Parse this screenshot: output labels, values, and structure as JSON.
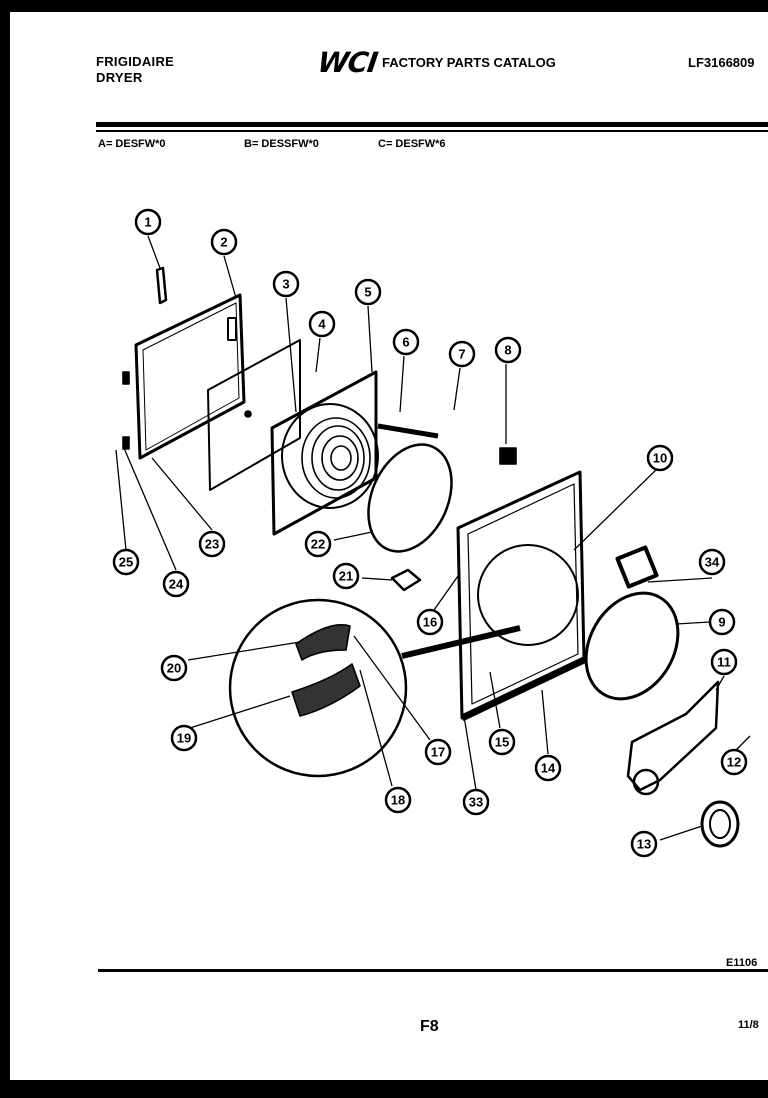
{
  "header": {
    "brand": "FRIGIDAIRE",
    "product": "DRYER",
    "logo_text": "WCI",
    "catalog_title": "FACTORY PARTS CATALOG",
    "catalog_number": "LF3166809"
  },
  "models": [
    {
      "label": "A= DESFW*0"
    },
    {
      "label": "B= DESSFW*0"
    },
    {
      "label": "C= DESFW*6"
    }
  ],
  "callouts": [
    "1",
    "2",
    "3",
    "4",
    "5",
    "6",
    "7",
    "8",
    "9",
    "10",
    "11",
    "12",
    "13",
    "14",
    "15",
    "16",
    "17",
    "18",
    "19",
    "20",
    "21",
    "22",
    "23",
    "24",
    "25",
    "33",
    "34"
  ],
  "footer": {
    "figure_code": "E1106",
    "page": "F8",
    "date": "11/8"
  }
}
